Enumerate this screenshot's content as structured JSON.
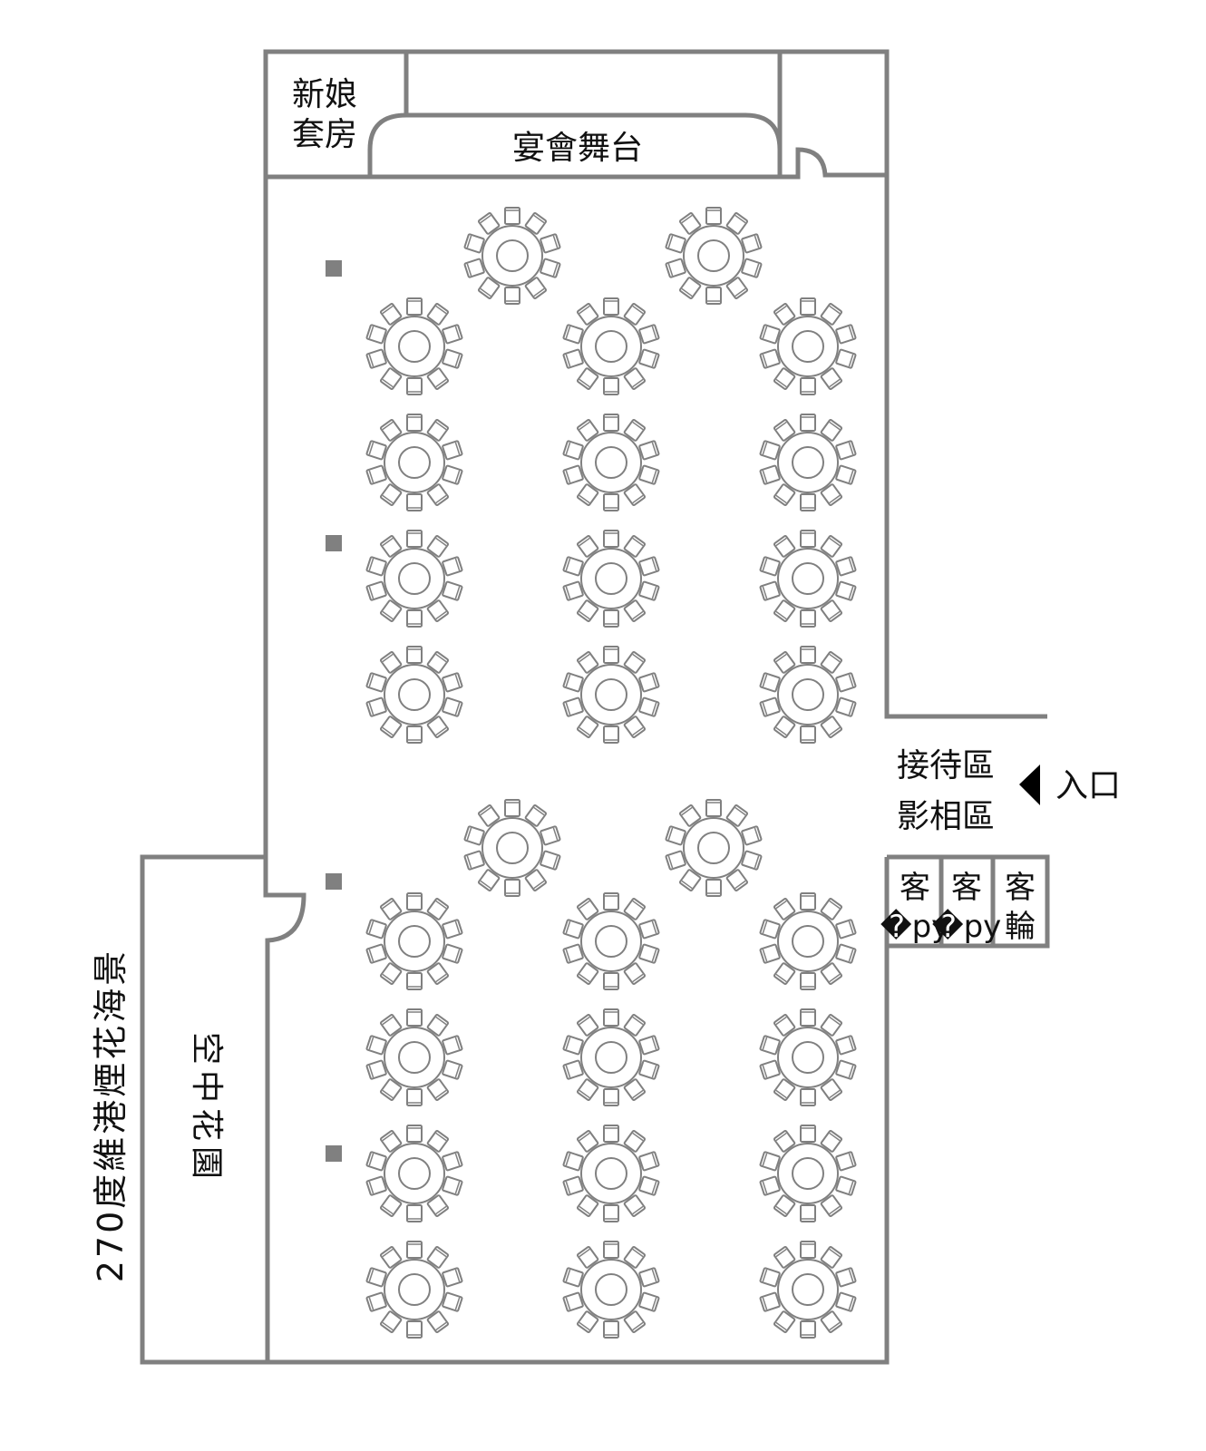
{
  "labels": {
    "bride_suite_line1": "新娘",
    "bride_suite_line2": "套房",
    "stage": "宴會舞台",
    "reception_line1": "接待區",
    "photo_line2": "影相區",
    "entrance": "入口",
    "luggage": [
      {
        "line1": "客",
        "line2": "�py"
      },
      {
        "line1": "客",
        "line2": "�py"
      },
      {
        "line1": "客",
        "line2": "輪"
      }
    ],
    "garden": "空中花園",
    "harbour_view": "270度維港煙花海景"
  },
  "colors": {
    "wall": "#808080",
    "pillar": "#808080",
    "text": "#111111"
  },
  "tables": {
    "count": 28,
    "chairs_per_table": 10
  }
}
